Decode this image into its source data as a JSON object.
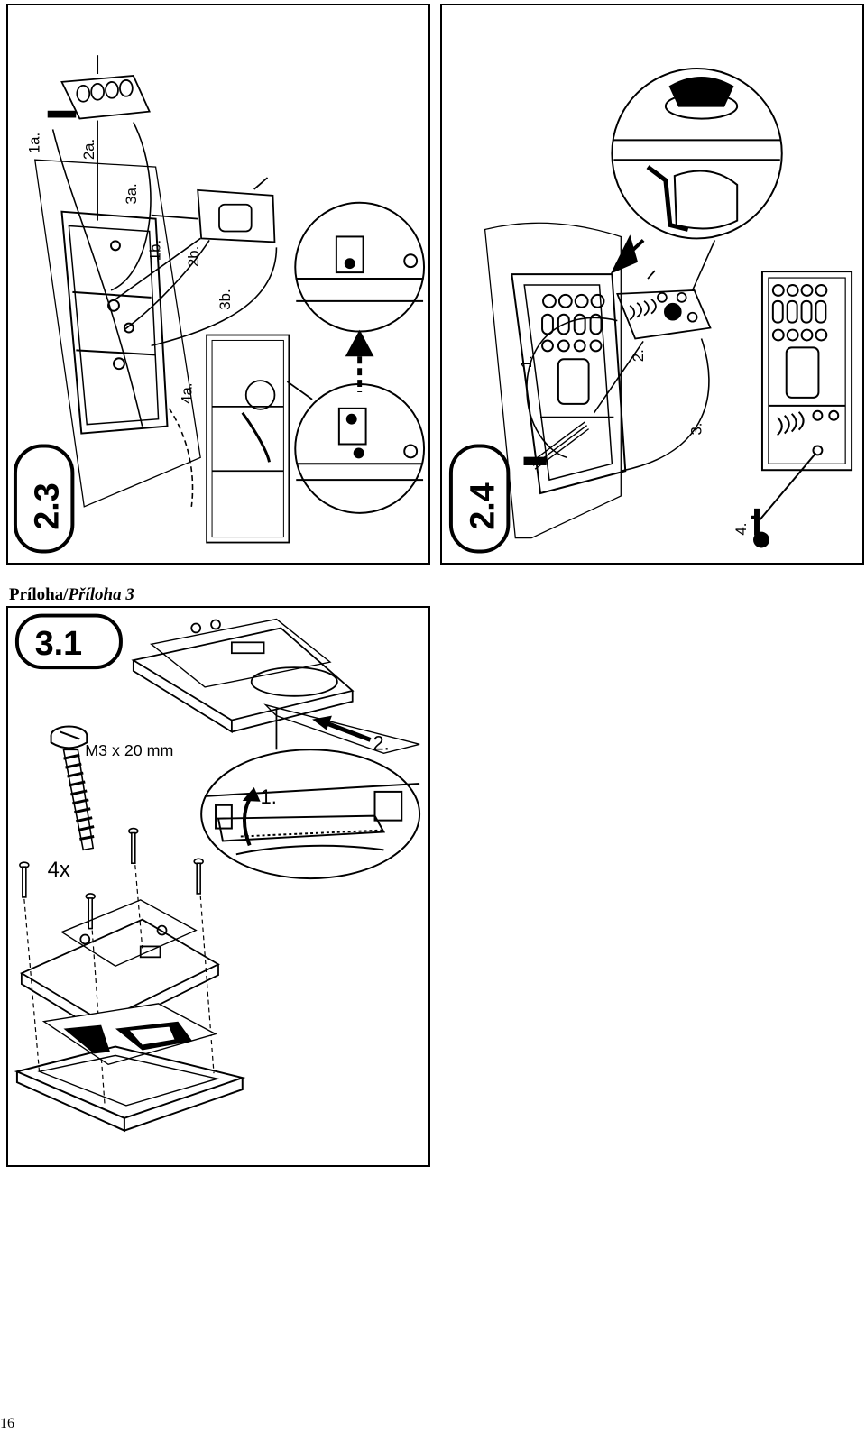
{
  "section_title": {
    "primary": "Príloha",
    "separator": "/",
    "secondary": "Příloha 3"
  },
  "page_number": "16",
  "figure_2_3": {
    "badge": "2.3",
    "step_labels": [
      "1a.",
      "2a.",
      "3a.",
      "1b.",
      "2b.",
      "3b.",
      "4a."
    ]
  },
  "figure_2_4": {
    "badge": "2.4",
    "step_labels": [
      "1.",
      "2.",
      "3.",
      "4."
    ]
  },
  "figure_3_1": {
    "badge": "3.1",
    "screw_spec": "M3 x 20 mm",
    "quantity": "4x",
    "step_labels": [
      "1.",
      "2."
    ]
  }
}
